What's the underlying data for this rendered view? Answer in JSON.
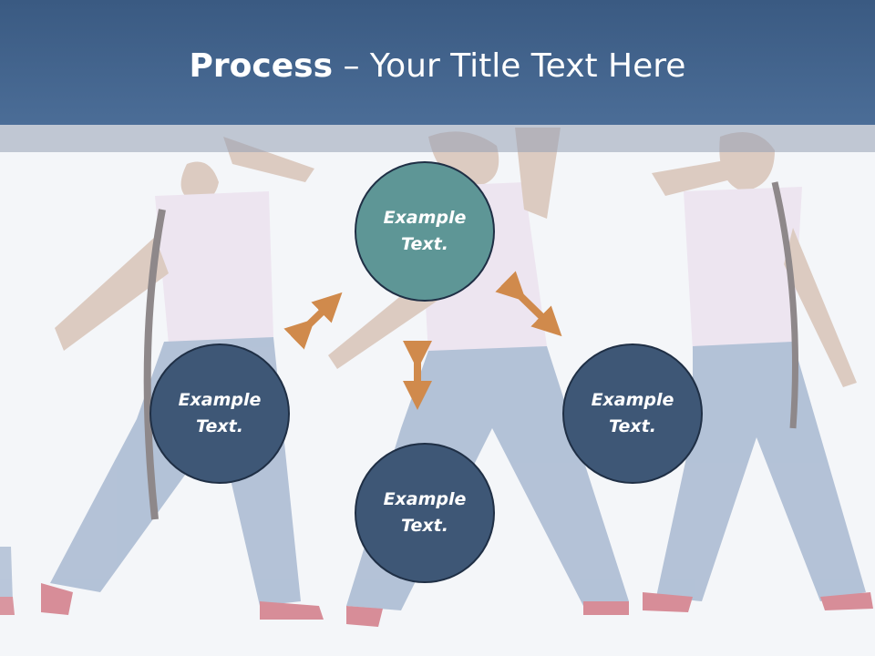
{
  "slide": {
    "title_bold": "Process",
    "title_rest": " – Your Title Text Here"
  },
  "nodes": {
    "top": {
      "line1": "Example",
      "line2": "Text."
    },
    "left": {
      "line1": "Example",
      "line2": "Text."
    },
    "right": {
      "line1": "Example",
      "line2": "Text."
    },
    "bottom": {
      "line1": "Example",
      "line2": "Text."
    }
  },
  "colors": {
    "header": "#3e5e88",
    "node_accent": "#5e9696",
    "node_primary": "#3e5776",
    "arrow": "#d08a4c"
  }
}
